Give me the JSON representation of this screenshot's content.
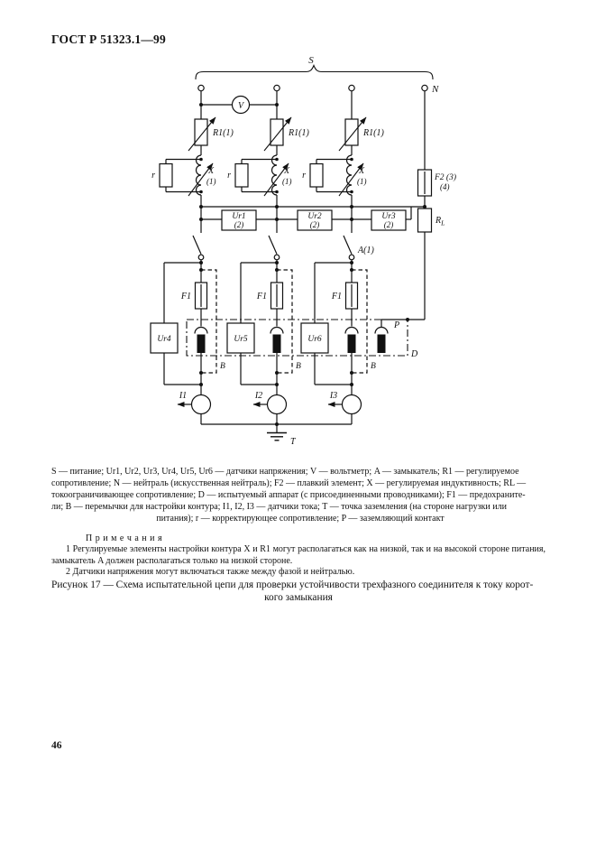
{
  "page": {
    "header": "ГОСТ Р 51323.1—99",
    "number": "46"
  },
  "diagram": {
    "labels": {
      "supply": "S",
      "neutral": "N",
      "voltmeter": "V",
      "r1": "R1(1)",
      "r_corr": "r",
      "x": "X",
      "x_index": "(1)",
      "ur1": "Ur1",
      "ur2": "Ur2",
      "ur3": "Ur3",
      "ur_index": "(2)",
      "f2": "F2 (3)",
      "f2_index": "(4)",
      "rl_r": "R",
      "rl_sub": "L",
      "closer": "A(1)",
      "f1": "F1",
      "ur4": "Ur4",
      "ur5": "Ur5",
      "ur6": "Ur6",
      "b": "B",
      "p": "P",
      "d": "D",
      "i1": "I1",
      "i2": "I2",
      "i3": "I3",
      "t": "T"
    }
  },
  "legend": {
    "lines": [
      "S — питание; Ur1, Ur2, Ur3, Ur4, Ur5, Ur6 — датчики напряжения; V — вольтметр; A — замыкатель; R1 — регулируемое",
      "сопротивление; N — нейтраль (искусственная нейтраль); F2 — плавкий элемент; X — регулируемая индуктивность; RL —",
      "токоограничивающее сопротивление; D — испытуемый аппарат (с присоединенными проводниками); F1 — предохраните-",
      "ли; B — перемычки для настройки контура; I1, I2, I3 — датчики тока; T — точка заземления (на стороне нагрузки или",
      "питания); r — корректирующее сопротивление; P — заземляющий контакт"
    ]
  },
  "notes": {
    "title": "П р и м е ч а н и я",
    "items": [
      "1 Регулируемые элементы настройки контура X и R1 могут располагаться как на низкой, так и на высокой стороне питания, замыкатель A должен располагаться только на низкой стороне.",
      "2 Датчики напряжения могут включаться также между фазой и нейтралью."
    ]
  },
  "caption": {
    "line1": "Рисунок 17 — Схема испытательной цепи для проверки устойчивости трехфазного соединителя  к  току  корот-",
    "line2": "кого  замыкания"
  }
}
